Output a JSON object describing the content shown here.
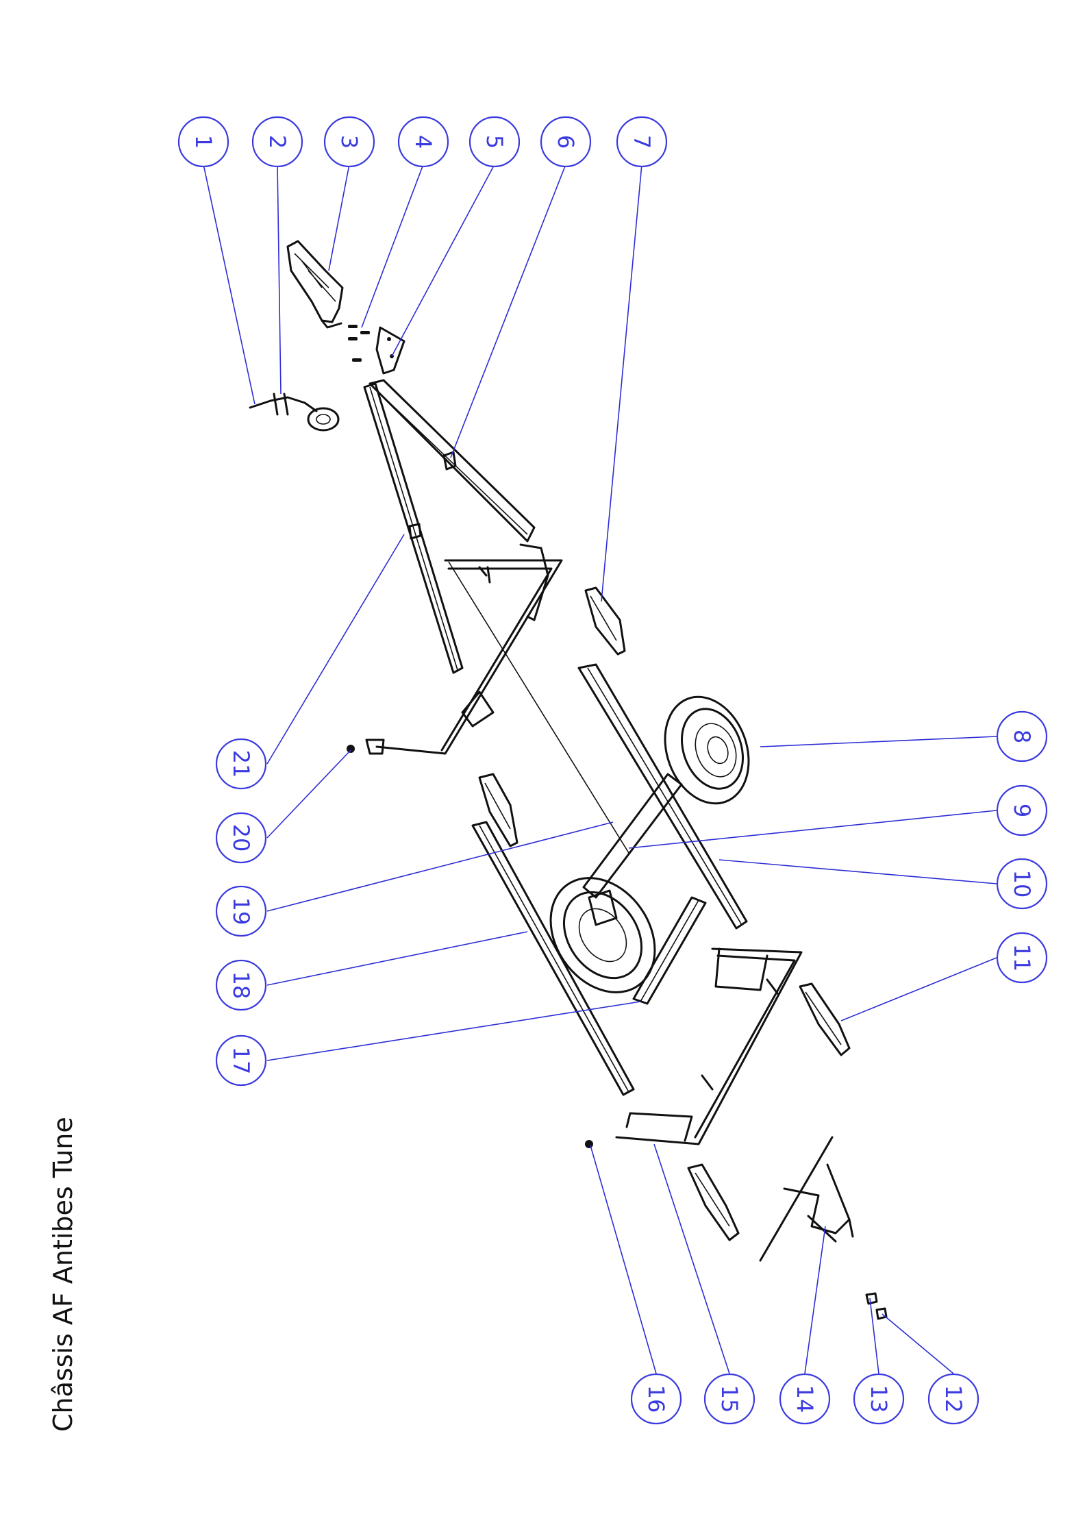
{
  "title": "Châssis AF Antibes Tune",
  "colors": {
    "callout": "#3a3ae0",
    "leader": "#2d2dd6",
    "drawing": "#111111",
    "background": "#ffffff"
  },
  "callouts": [
    {
      "label": "1"
    },
    {
      "label": "2"
    },
    {
      "label": "3"
    },
    {
      "label": "4"
    },
    {
      "label": "5"
    },
    {
      "label": "6"
    },
    {
      "label": "7"
    },
    {
      "label": "8"
    },
    {
      "label": "9"
    },
    {
      "label": "10"
    },
    {
      "label": "11"
    },
    {
      "label": "12"
    },
    {
      "label": "13"
    },
    {
      "label": "14"
    },
    {
      "label": "15"
    },
    {
      "label": "16"
    },
    {
      "label": "17"
    },
    {
      "label": "18"
    },
    {
      "label": "19"
    },
    {
      "label": "20"
    },
    {
      "label": "21"
    }
  ]
}
